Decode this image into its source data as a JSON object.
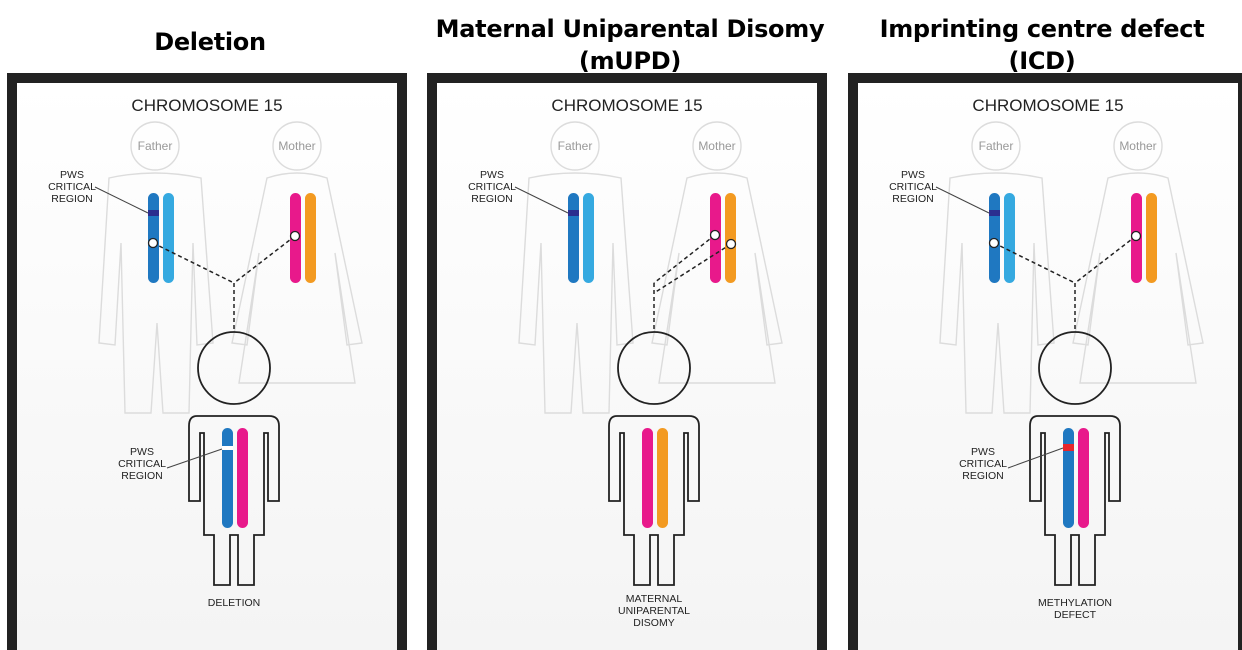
{
  "headings": [
    {
      "line1": "Deletion",
      "line2": ""
    },
    {
      "line1": "Maternal Uniparental Disomy",
      "line2": "(mUPD)"
    },
    {
      "line1": "Imprinting centre defect",
      "line2": "(ICD)"
    }
  ],
  "panels": [
    {
      "title": "CHROMOSOME 15",
      "father": "Father",
      "mother": "Mother",
      "parent_label": [
        "PWS",
        "CRITICAL",
        "REGION"
      ],
      "child_label": [
        "PWS",
        "CRITICAL",
        "REGION"
      ],
      "caption": [
        "DELETION"
      ]
    },
    {
      "title": "CHROMOSOME 15",
      "father": "Father",
      "mother": "Mother",
      "parent_label": [
        "PWS",
        "CRITICAL",
        "REGION"
      ],
      "child_label": [],
      "caption": [
        "MATERNAL",
        "UNIPARENTAL",
        "DISOMY"
      ]
    },
    {
      "title": "CHROMOSOME 15",
      "father": "Father",
      "mother": "Mother",
      "parent_label": [
        "PWS",
        "CRITICAL",
        "REGION"
      ],
      "child_label": [
        "PWS",
        "CRITICAL",
        "REGION"
      ],
      "caption": [
        "METHYLATION",
        "DEFECT"
      ]
    }
  ],
  "colors": {
    "paternal_blue": "#1f78c1",
    "paternal_light_blue": "#35a9e0",
    "maternal_pink": "#e8198b",
    "maternal_orange": "#f39a21",
    "critical_region_dark": "#2b2f8f",
    "methylation_red": "#e6262d",
    "frame": "#222222"
  }
}
